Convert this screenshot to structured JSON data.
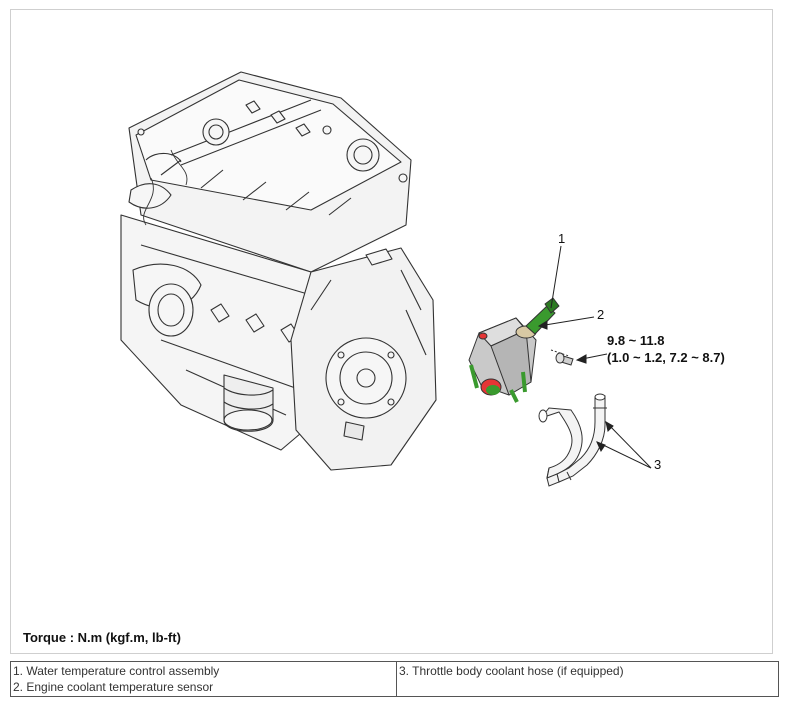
{
  "figure": {
    "callouts": {
      "c1": "1",
      "c2": "2",
      "c3": "3"
    },
    "torque_spec": {
      "line1": "9.8 ~ 11.8",
      "line2": "(1.0 ~ 1.2, 7.2 ~ 8.7)"
    },
    "torque_units_note": "Torque : N.m (kgf.m, lb-ft)"
  },
  "legend": {
    "item1": "1. Water temperature control assembly",
    "item2": "2. Engine coolant temperature sensor",
    "item3": "3. Throttle body coolant hose (if equipped)"
  },
  "colors": {
    "sensor": "#3a9a2e",
    "housing": "#c9c9c9",
    "outlet": "#e53535",
    "line": "#333333"
  }
}
